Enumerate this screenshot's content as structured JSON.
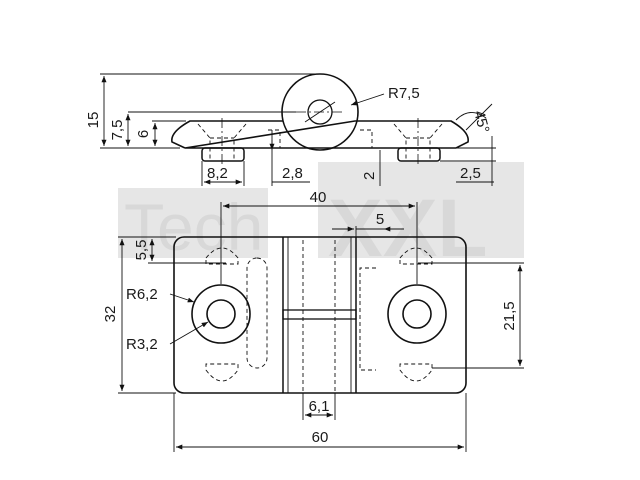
{
  "watermark": {
    "text": "TechXXL",
    "text_left": "Tech",
    "text_right": "XXL"
  },
  "top_view": {
    "dimensions": {
      "height_total": "15",
      "height_mid": "7,5",
      "height_plate": "6",
      "radius_knuckle": "R7,5",
      "angle": "45°",
      "counterbore_width": "8,2",
      "offset": "2,8",
      "step": "2",
      "step_right": "2,5"
    }
  },
  "front_view": {
    "dimensions": {
      "width_inner": "40",
      "pin_width": "5",
      "edge_offset": "5,5",
      "height_total": "32",
      "boss_radius": "R6,2",
      "hole_radius": "R3,2",
      "hole_height": "21,5",
      "knuckle_width": "6,1",
      "width_total": "60"
    }
  }
}
